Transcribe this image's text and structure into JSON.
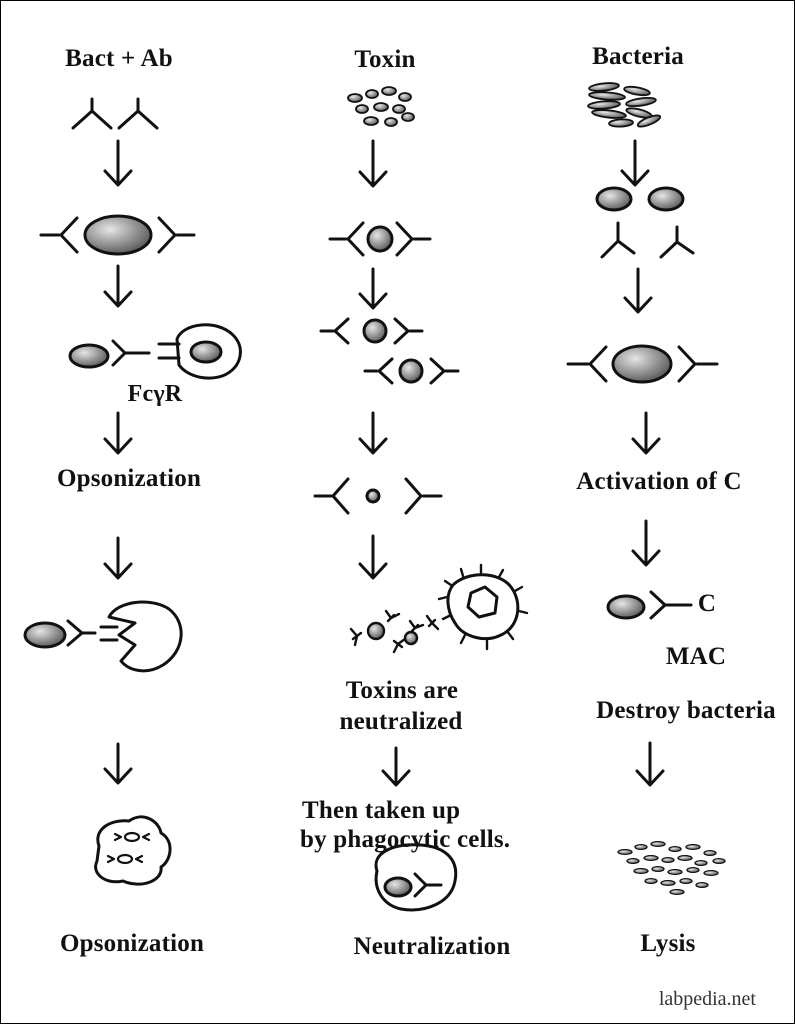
{
  "columns": [
    {
      "id": "opsonization",
      "header": "Bact + Ab",
      "receptor_label": "FcγR",
      "step_label": "Opsonization",
      "final_label": "Opsonization"
    },
    {
      "id": "neutralization",
      "header": "Toxin",
      "step_label_line1": "Toxins are",
      "step_label_line2": "neutralized",
      "uptake_line1": "Then taken up",
      "uptake_line2": "by phagocytic cells.",
      "final_label": "Neutralization"
    },
    {
      "id": "lysis",
      "header": "Bacteria",
      "step_label": "Activation of C",
      "complement_label": "C",
      "mac_label": "MAC",
      "destroy_label": "Destroy bacteria",
      "final_label": "Lysis"
    }
  ],
  "footer": "labpedia.net",
  "colors": {
    "ink": "#111111",
    "particle_dark": "#4a4a4a",
    "particle_light": "#e6e6e6",
    "background": "#ffffff"
  }
}
